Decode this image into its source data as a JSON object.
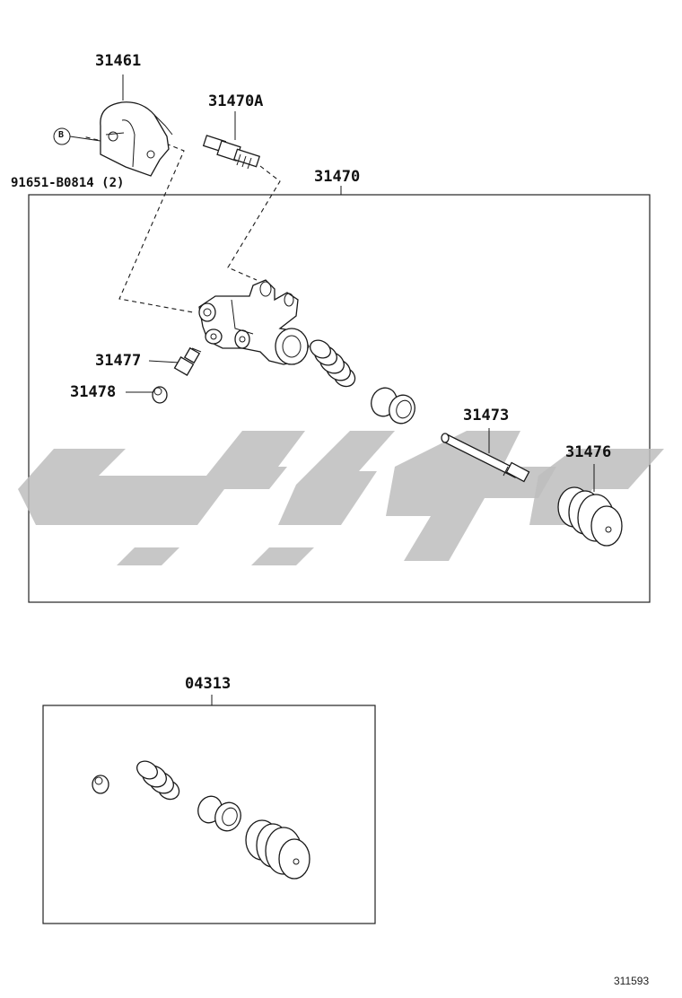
{
  "labels": {
    "p31461": "31461",
    "p31470A": "31470A",
    "p31470": "31470",
    "p91651": "91651-B0814 (2)",
    "p31477": "31477",
    "p31478": "31478",
    "p31473": "31473",
    "p31476": "31476",
    "p04313": "04313",
    "callout_b": "B"
  },
  "diagram_id": "311593"
}
